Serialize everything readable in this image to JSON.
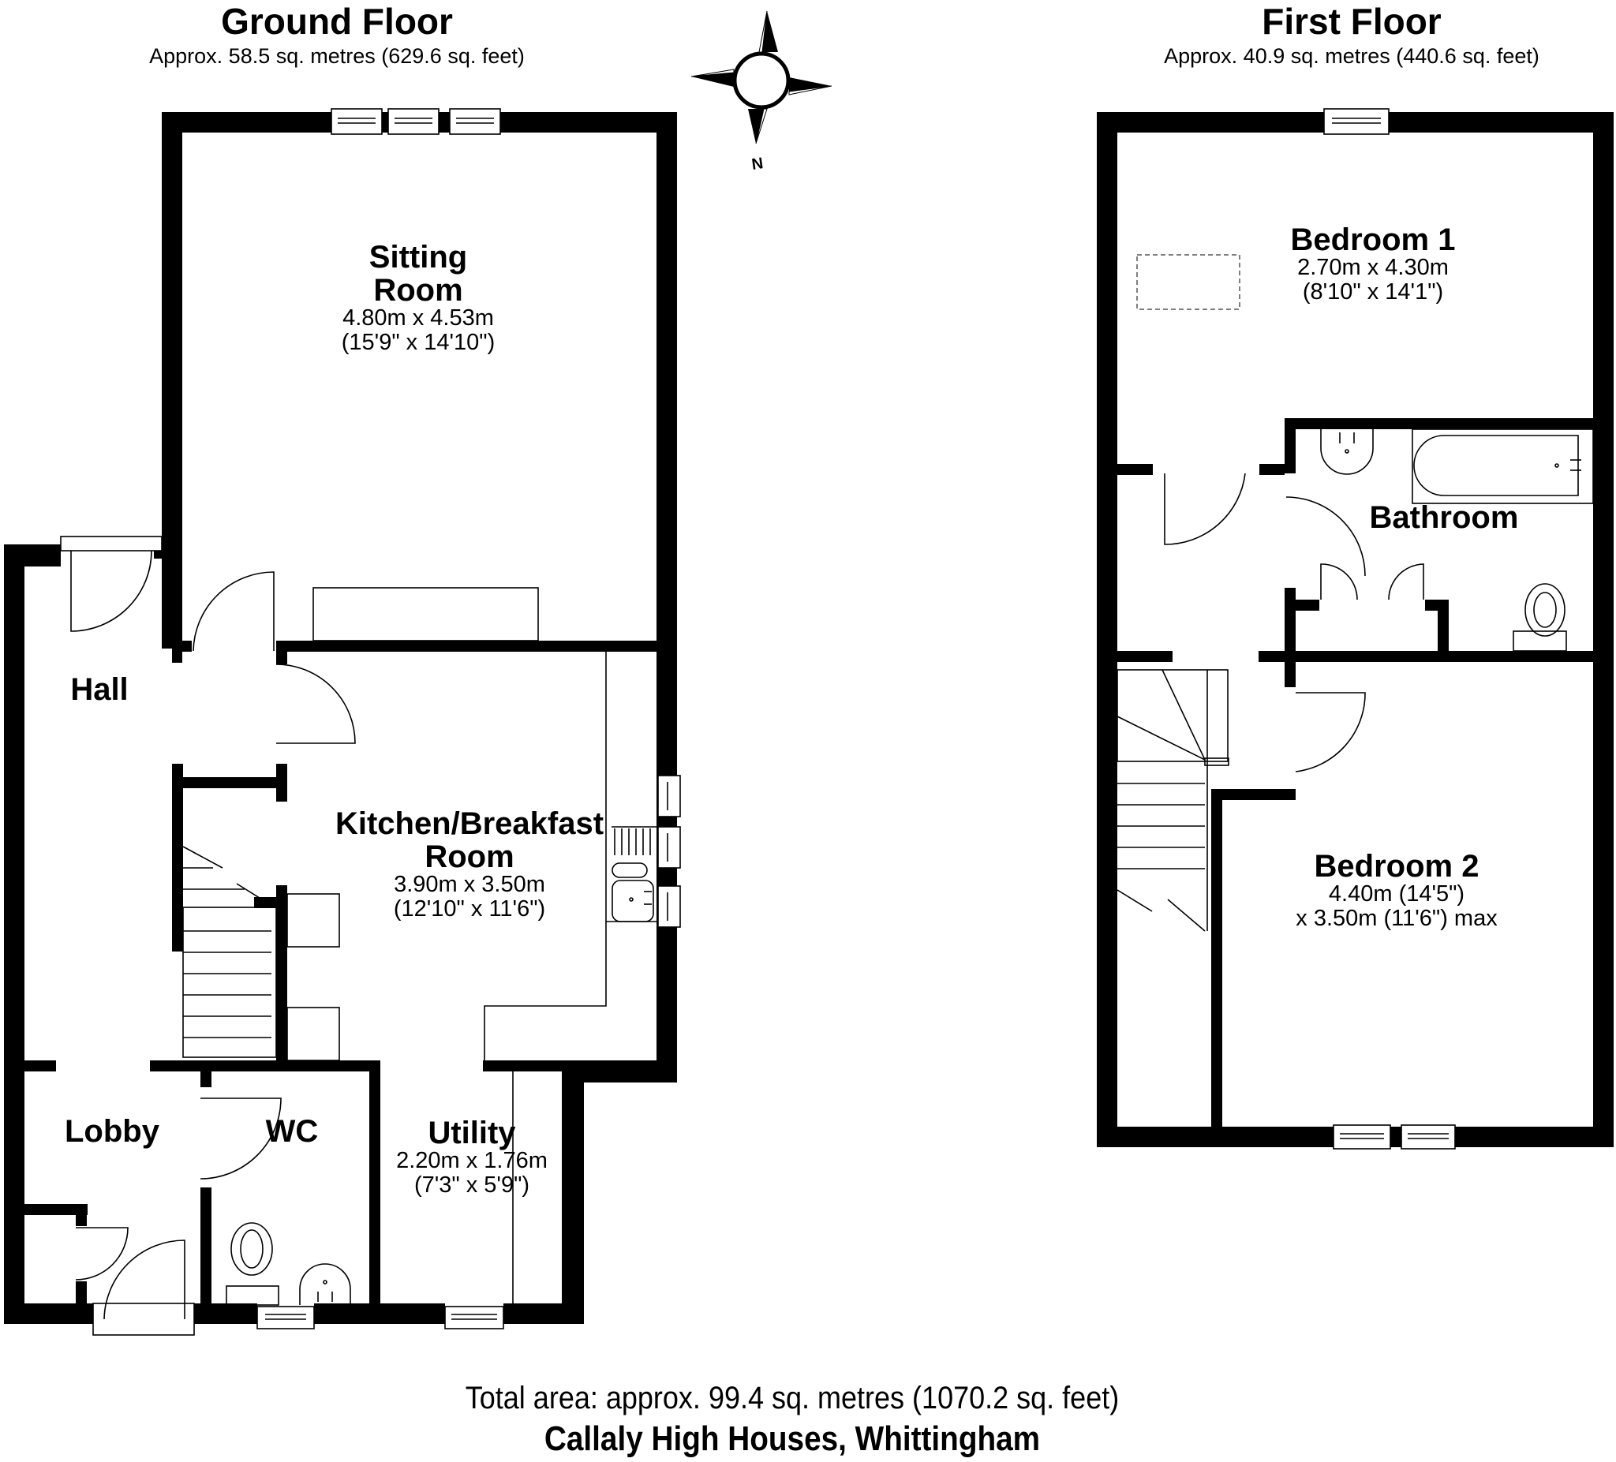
{
  "ground_floor": {
    "title": "Ground Floor",
    "area": "Approx. 58.5 sq. metres (629.6 sq. feet)",
    "rooms": {
      "sitting_room": {
        "name_line1": "Sitting",
        "name_line2": "Room",
        "dims_metric": "4.80m x 4.53m",
        "dims_imperial": "(15'9\" x 14'10\")"
      },
      "hall": {
        "name": "Hall"
      },
      "kitchen": {
        "name_line1": "Kitchen/Breakfast",
        "name_line2": "Room",
        "dims_metric": "3.90m x 3.50m",
        "dims_imperial": "(12'10\" x 11'6\")"
      },
      "lobby": {
        "name": "Lobby"
      },
      "wc": {
        "name": "WC"
      },
      "utility": {
        "name": "Utility",
        "dims_metric": "2.20m x 1.76m",
        "dims_imperial": "(7'3\" x 5'9\")"
      }
    }
  },
  "first_floor": {
    "title": "First Floor",
    "area": "Approx. 40.9 sq. metres (440.6 sq. feet)",
    "rooms": {
      "bedroom1": {
        "name": "Bedroom 1",
        "dims_metric": "2.70m x 4.30m",
        "dims_imperial": "(8'10\" x 14'1\")"
      },
      "bathroom": {
        "name": "Bathroom"
      },
      "bedroom2": {
        "name": "Bedroom 2",
        "dims_line1": "4.40m (14'5\")",
        "dims_line2": "x 3.50m (11'6\") max"
      }
    }
  },
  "compass": {
    "icon": "compass-rose-icon",
    "north_label": "N"
  },
  "footer": {
    "total_area": "Total area: approx. 99.4 sq. metres (1070.2 sq. feet)",
    "address": "Callaly High Houses, Whittingham"
  },
  "colors": {
    "wall": "#000000",
    "background": "#ffffff",
    "fixture_line": "#333333"
  }
}
